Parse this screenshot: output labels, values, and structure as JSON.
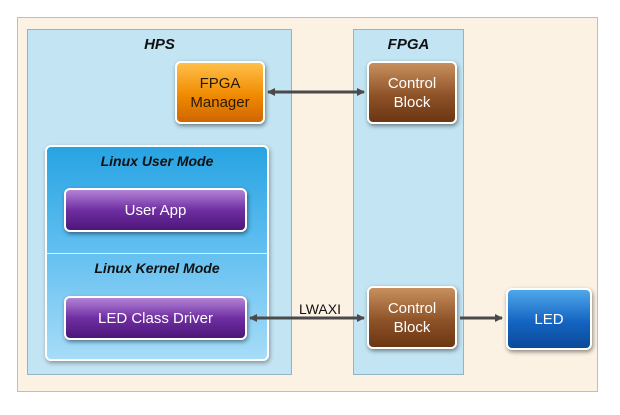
{
  "panels": {
    "hps_title": "HPS",
    "fpga_title": "FPGA"
  },
  "blocks": {
    "fpga_manager": "FPGA\nManager",
    "control_block_top": "Control\nBlock",
    "control_block_bottom": "Control\nBlock",
    "user_app": "User App",
    "led_class_driver": "LED Class Driver",
    "led": "LED"
  },
  "linux": {
    "user_mode": "Linux User Mode",
    "kernel_mode": "Linux Kernel Mode"
  },
  "connections": {
    "lwaxi_label": "LWAXI"
  },
  "colors": {
    "outer_bg": "#fbf2e4",
    "panel_bg": "#c3e4f2",
    "orange": "#f08a00",
    "brown": "#8e5228",
    "purple": "#6f2fa2",
    "blue": "#1464c2",
    "arrow": "#4a4a4a"
  }
}
